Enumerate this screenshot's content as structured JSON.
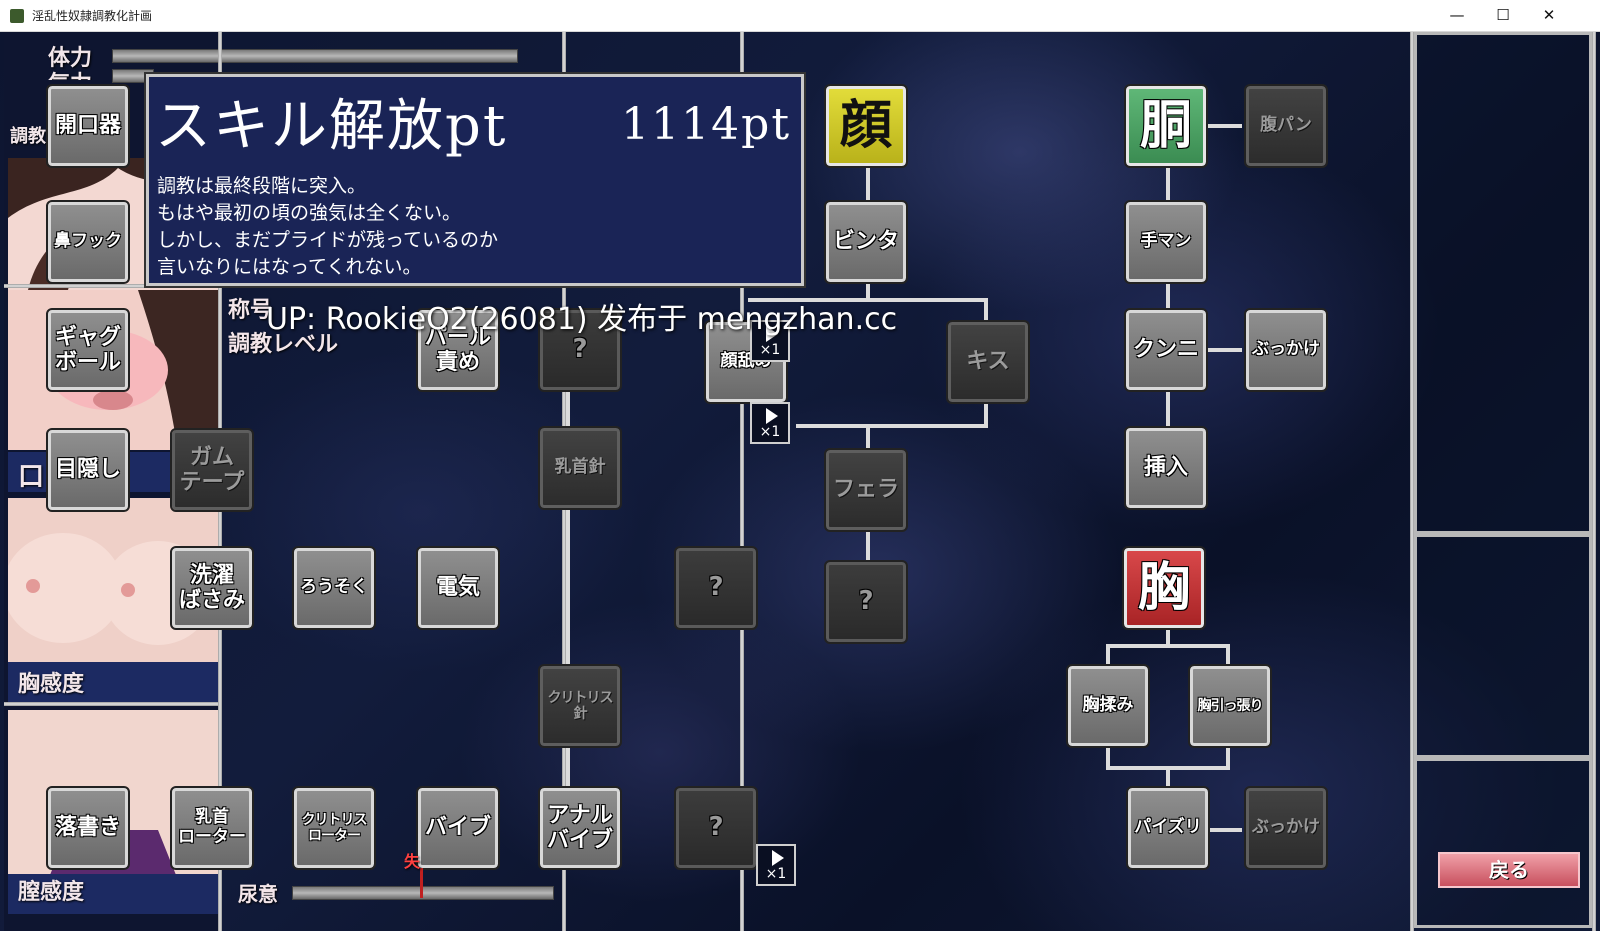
{
  "window": {
    "title": "淫乱性奴隷調教化計画",
    "minimize": "—",
    "maximize": "☐",
    "close": "✕"
  },
  "stats": {
    "stamina": "体力",
    "spirit": "気力",
    "training_cut": "調教",
    "mouth_cut": "口",
    "breast_sensitivity": "胸感度",
    "vagina_sensitivity": "膣感度",
    "title_label": "称号",
    "training_level": "調教レベル",
    "urine": "尿意",
    "failure_cut": "失"
  },
  "info": {
    "title": "スキル解放pt",
    "points": "1114pt",
    "lines": [
      "調教は最終段階に突入。",
      "もはや最初の頃の強気は全くない。",
      "しかし、まだプライドが残っているのか",
      "言いなりにはなってくれない。"
    ]
  },
  "skills": {
    "kaikouki": "開口器",
    "hanafukku": "鼻フック",
    "gyagubooru": "ギャグ\nボール",
    "mekakushi": "目隠し",
    "gamuteepu": "ガム\nテープ",
    "sentakubasami": "洗濯\nばさみ",
    "rousoku": "ろうそく",
    "denki": "電気",
    "paaruzeme": "パール\n責め",
    "unknown": "?",
    "kubibari": "乳首針",
    "kuritorisubari": "クリトリス\n針",
    "rakugaki": "落書き",
    "chikubiroota": "乳首\nローター",
    "kuritorisuroota": "クリトリス\nローター",
    "baibu": "バイブ",
    "anarubaibu": "アナル\nバイブ",
    "ganmen": "顔舐め",
    "binta": "ビンタ",
    "kisu": "キス",
    "fera": "フェラ",
    "teman": "手マン",
    "kunni": "クンニ",
    "sounyuu": "挿入",
    "harapan": "腹パン",
    "bukkake": "ぶっかけ",
    "munemomi": "胸揉み",
    "munehippari": "胸引っ張り",
    "paizuri": "パイズリ"
  },
  "categories": {
    "face": "顔",
    "torso": "胴",
    "chest": "胸"
  },
  "multipliers": {
    "m1": "×1",
    "m2": "×1",
    "m3": "×1"
  },
  "watermark": "UP: RookieO2(26081) 发布于 mengzhan.cc",
  "back_button": "戻る",
  "colors": {
    "face_accent": "#d8d22c",
    "torso_accent": "#4fa466",
    "chest_accent": "#c6393b",
    "panel_bg": "#1a2456"
  }
}
